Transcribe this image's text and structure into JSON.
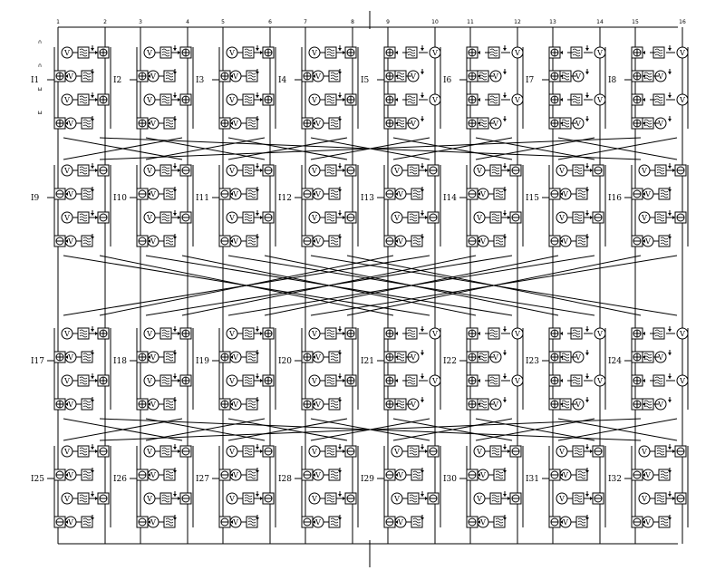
{
  "diagram": {
    "column_labels": [
      "1",
      "2",
      "3",
      "4",
      "5",
      "6",
      "7",
      "8",
      "9",
      "10",
      "11",
      "12",
      "13",
      "14",
      "15",
      "16"
    ],
    "unit_labels": [
      "I1",
      "I2",
      "I3",
      "I4",
      "I5",
      "I6",
      "I7",
      "I8",
      "I9",
      "I10",
      "I11",
      "I12",
      "I13",
      "I14",
      "I15",
      "I16",
      "I17",
      "I18",
      "I19",
      "I20",
      "I21",
      "I22",
      "I23",
      "I24",
      "I25",
      "I26",
      "I27",
      "I28",
      "I29",
      "I30",
      "I31",
      "I32"
    ],
    "input_glyphs": [
      "∩",
      "∩",
      "ω",
      "ω"
    ],
    "symbols": {
      "modulator": "V",
      "adder": "⊕",
      "subtractor": "⊖"
    }
  }
}
